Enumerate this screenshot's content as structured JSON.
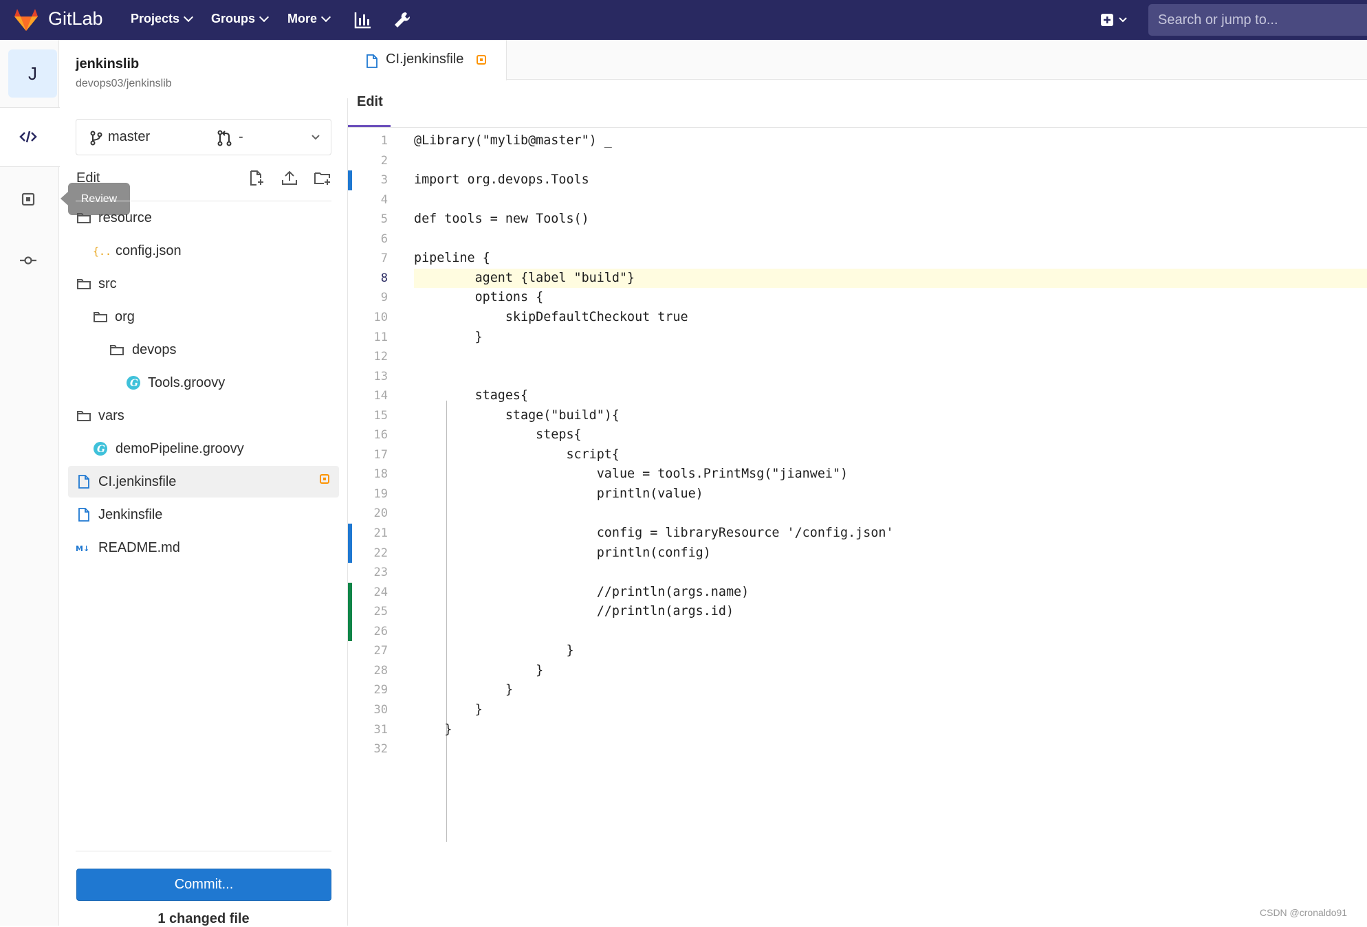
{
  "topbar": {
    "brand": "GitLab",
    "nav": [
      {
        "label": "Projects"
      },
      {
        "label": "Groups"
      },
      {
        "label": "More"
      }
    ],
    "search_placeholder": "Search or jump to...",
    "icons": [
      "gitlab-logo-icon",
      "chart-icon",
      "wrench-icon",
      "plus-square-icon",
      "chevron-down-icon"
    ]
  },
  "project": {
    "avatar_letter": "J",
    "name": "jenkinslib",
    "path": "devops03/jenkinslib"
  },
  "rail": {
    "tooltip": "Review",
    "icons": [
      "code-icon",
      "review-icon",
      "commit-icon"
    ]
  },
  "filepanel": {
    "branch": "master",
    "merge_request": "-",
    "header": "Edit",
    "tree": [
      {
        "label": "resource",
        "type": "folder"
      },
      {
        "label": "config.json",
        "type": "json"
      },
      {
        "label": "src",
        "type": "folder"
      },
      {
        "label": "org",
        "type": "folder"
      },
      {
        "label": "devops",
        "type": "folder"
      },
      {
        "label": "Tools.groovy",
        "type": "groovy"
      },
      {
        "label": "vars",
        "type": "folder"
      },
      {
        "label": "demoPipeline.groovy",
        "type": "groovy"
      },
      {
        "label": "CI.jenkinsfile",
        "type": "file",
        "modified": true,
        "active": true
      },
      {
        "label": "Jenkinsfile",
        "type": "file"
      },
      {
        "label": "README.md",
        "type": "markdown"
      }
    ],
    "commit_label": "Commit...",
    "changed_files": "1 changed file"
  },
  "editor": {
    "tab_name": "CI.jenkinsfile",
    "tab_modified": true,
    "mode_tab": "Edit",
    "current_line": 8,
    "lines": [
      {
        "n": "1",
        "text": "@Library(\"mylib@master\") _"
      },
      {
        "n": "2",
        "text": ""
      },
      {
        "n": "3",
        "text": "import org.devops.Tools",
        "gutter": "m"
      },
      {
        "n": "4",
        "text": ""
      },
      {
        "n": "5",
        "text": "def tools = new Tools()"
      },
      {
        "n": "6",
        "text": ""
      },
      {
        "n": "7",
        "text": "pipeline {"
      },
      {
        "n": "8",
        "text": "        agent {label \"build\"}"
      },
      {
        "n": "9",
        "text": "        options {"
      },
      {
        "n": "10",
        "text": "            skipDefaultCheckout true"
      },
      {
        "n": "11",
        "text": "        }"
      },
      {
        "n": "12",
        "text": ""
      },
      {
        "n": "13",
        "text": ""
      },
      {
        "n": "14",
        "text": "        stages{"
      },
      {
        "n": "15",
        "text": "            stage(\"build\"){"
      },
      {
        "n": "16",
        "text": "                steps{"
      },
      {
        "n": "17",
        "text": "                    script{"
      },
      {
        "n": "18",
        "text": "                        value = tools.PrintMsg(\"jianwei\")"
      },
      {
        "n": "19",
        "text": "                        println(value)"
      },
      {
        "n": "20",
        "text": ""
      },
      {
        "n": "21",
        "text": "                        config = libraryResource '/config.json'",
        "gutter": "m"
      },
      {
        "n": "22",
        "text": "                        println(config)",
        "gutter": "m"
      },
      {
        "n": "23",
        "text": ""
      },
      {
        "n": "24",
        "text": "                        //println(args.name)",
        "gutter": "a"
      },
      {
        "n": "25",
        "text": "                        //println(args.id)",
        "gutter": "a"
      },
      {
        "n": "26",
        "text": "",
        "gutter": "a"
      },
      {
        "n": "27",
        "text": "                    }"
      },
      {
        "n": "28",
        "text": "                }"
      },
      {
        "n": "29",
        "text": "            }"
      },
      {
        "n": "30",
        "text": "        }"
      },
      {
        "n": "31",
        "text": "    }"
      },
      {
        "n": "32",
        "text": ""
      }
    ]
  },
  "watermark": "CSDN @cronaldo91",
  "colors": {
    "topbar": "#292961",
    "accent": "#1f78d1",
    "modified": "#fc9403",
    "added": "#108548",
    "tab_underline": "#6b4fbb"
  }
}
